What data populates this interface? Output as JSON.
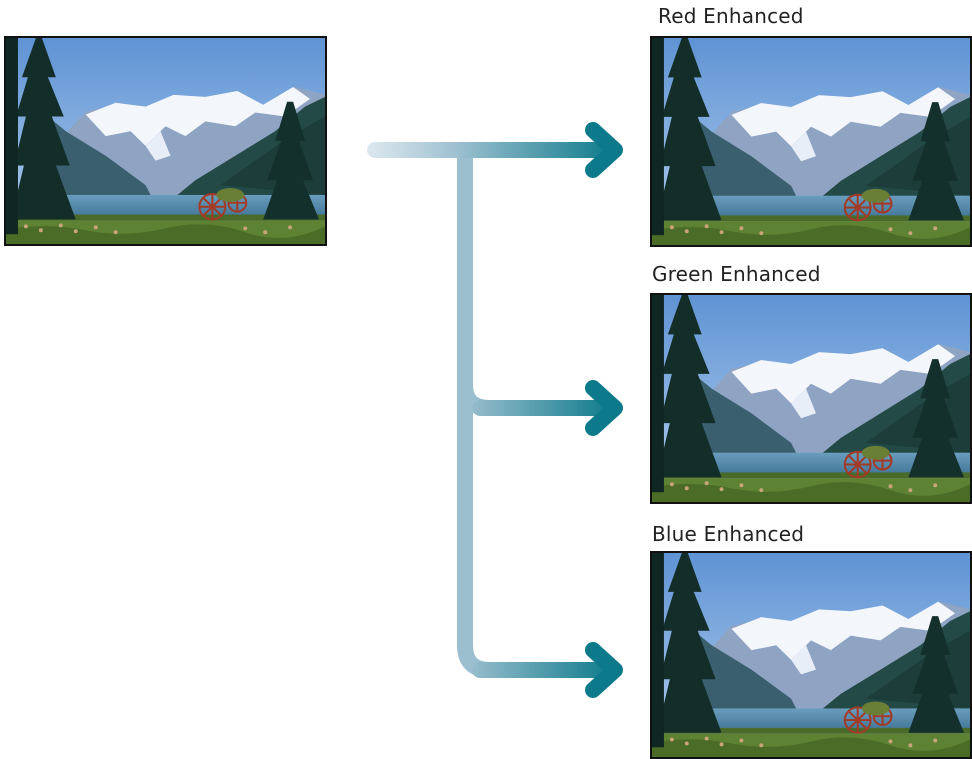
{
  "diagram": {
    "outputs": [
      {
        "label": "Red Enhanced"
      },
      {
        "label": "Green Enhanced"
      },
      {
        "label": "Blue Enhanced"
      }
    ]
  },
  "colors": {
    "arrow_start": "#dbe7ee",
    "arrow_mid": "#8fb6c9",
    "arrow_end": "#0e7c8c",
    "trunk": "#9cbfcf",
    "sky_top": "#5f93d4",
    "sky_bottom": "#a8c8ec",
    "mountain_snow": "#f4f7fb",
    "mountain_rock": "#8fa3c2",
    "forest": "#274f4c",
    "lake": "#4f86a8",
    "grass": "#5a7d2f",
    "tree": "#0f2a26",
    "wheel": "#a33a25"
  }
}
